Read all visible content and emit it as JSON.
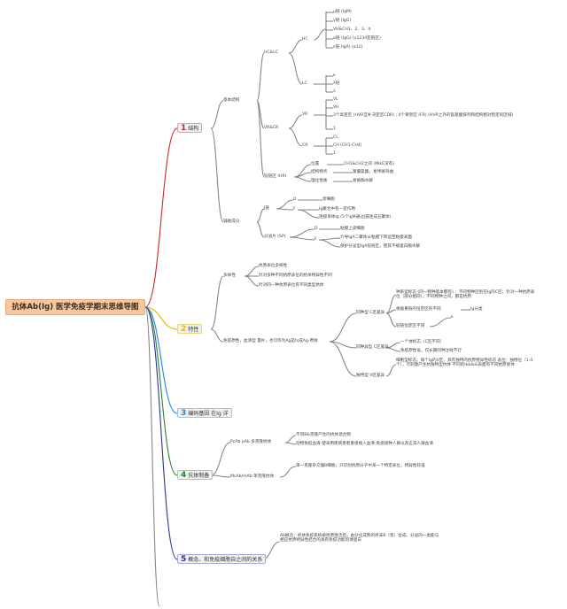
{
  "root": "抗体Ab(Ig) 医学免疫学期末思维导图",
  "colors": {
    "b1": "#c62828",
    "b2": "#e6b800",
    "b3": "#1e88e5",
    "b4": "#2e7d32",
    "b5": "#283593",
    "links": "#888888"
  },
  "branches": [
    {
      "num": "1",
      "label": "结构"
    },
    {
      "num": "2",
      "label": "特性"
    },
    {
      "num": "3",
      "label": "编码基因 在Ig 详"
    },
    {
      "num": "4",
      "label": "抗体制备"
    },
    {
      "num": "5",
      "label": "概念、和免疫细胞自之间的关系"
    }
  ],
  "b1": {
    "basic": "基本结构",
    "hc_lc": "HC&LC",
    "hc": "HC",
    "hc_items": [
      "μ链 (IgM)",
      "γ链 (IgG)",
      "VH&CH1、2、3、4",
      "α链 (IgG) (γ1234亚链区)",
      "ε链 (IgA) (α12)"
    ],
    "lc": "LC",
    "lc_items": [
      "κ",
      "λ链",
      "λ"
    ],
    "vr_cr": "VR&CR",
    "vr": "VR",
    "vr_items": [
      "VL",
      "VH",
      "3个高变区 (HVR互补决定区CDR) ; 4个骨架区 (FR) (HVR之外的氨基酸排列和结构相对稳定的区域)",
      "1"
    ],
    "cr": "CR",
    "cr_items": [
      "CL",
      "CH (CH1-CH4)",
      "1"
    ],
    "hinge": "铰链区 (HR)",
    "hinge_items": [
      {
        "k": "位置",
        "v": "CH1&CH2之间 (MikE没有)"
      },
      {
        "k": "结构特点",
        "v": "富脯氨酸，易伸展弯曲"
      },
      {
        "k": "理化性质",
        "v": "易被酶水解"
      }
    ],
    "chain": "辅助成分",
    "j": "J链",
    "j_items": [
      {
        "k": "D",
        "v": "浆细胞"
      },
      {
        "k": "F",
        "v": "Ig聚合中有一定作用"
      },
      {
        "k": "",
        "v": "连接单体Ig (5个IgM通过J链连成五聚体)"
      }
    ],
    "sp": "分泌片 (SP)",
    "sp_items": [
      {
        "k": "D",
        "v": "粘膜上皮细胞"
      },
      {
        "k": "F",
        "v": "介导IgA二聚体从粘膜下转运至粘膜表面"
      },
      {
        "k": "",
        "v": "保护分泌型IgA铰链区，使其不被蛋白酶水解"
      }
    ]
  },
  "b2": {
    "diversity": "多样性",
    "diversity_items": [
      "抗原表位多样性",
      "针对多种不同抗原表位的抗体特异性不同",
      "针对同一种抗原表位有不同类型抗体"
    ],
    "antigenicity": "免疫原性，血清型 量扑，也可作为Ag是ts成Ag-原样",
    "isotype": "同种型 C区差异",
    "isotype_items": [
      "种系型标志 (同一物种基本都有) ：不同物种区别在Ig的C区；针对一种抗原表位（部分相同），不同物种之间，都是抗原",
      "根据重链的恒定区的不同",
      "轻链恒定区不同"
    ],
    "isotype_side": "Ig分类",
    "isotype_side2": "κ",
    "allotype": "同种异型 C区差异",
    "allotype_items": [
      "一个体标志（C区不同）",
      "免疫原性低，仅长期同种注射不行"
    ],
    "idiotype": "独特型 V区差异",
    "idiotype_items": [
      "细胞型标志。每个Ig的V区，具有独特的抗原特异性标志 表位：独特位（1-4个），可刺激产生抗独特型抗体 不同的Ik&Ik&表面有不同抗原受体"
    ]
  },
  "b4": {
    "pab": "PcAb pAb 多克隆抗体",
    "pab_items": [
      "不同B&克隆产生的抗体混合物",
      "动物免疫血清-使采用疾病患者重组植入血清-免疫接种人群以及正常人群血清"
    ],
    "mab": "McAb/mAb 单克隆抗体",
    "mab_items": [
      "单一克隆杂交瘤B细胞，只识别抗原分子中某一个特定表位，特异性较强"
    ]
  },
  "b5": {
    "items": [
      "Ab概念：机体免疫系统被抗原激活后，由分化成熟的终末B（浆）合成、分泌的一类能与相应抗原特异性结合的具有免疫功能的球蛋白"
    ]
  }
}
